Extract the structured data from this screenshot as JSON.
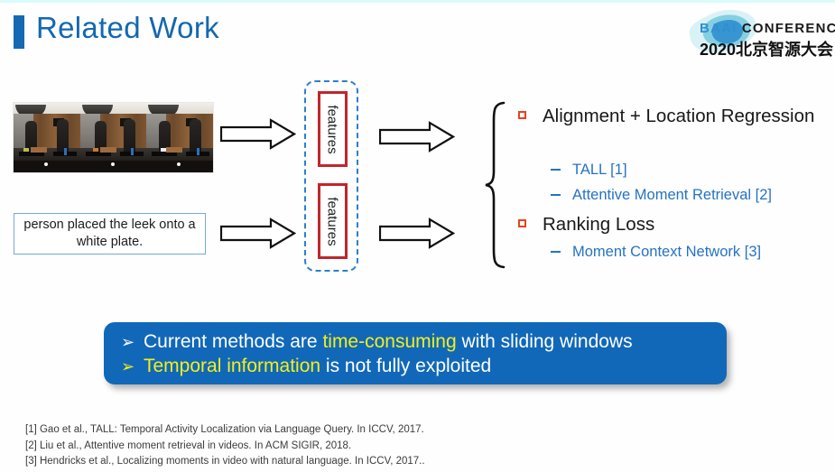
{
  "slide": {
    "title": "Related Work",
    "accent_color": "#1368b0"
  },
  "logo": {
    "name": "baai-conference-logo",
    "text_top": "CONFERENCE",
    "brand": "BAAI",
    "text_bottom": "2020北京智源大会"
  },
  "pipeline": {
    "video_alt": "video-frames-kitchen-person-cutting-board",
    "query_text": "person placed the leek onto a white plate.",
    "feature_label_1": "features",
    "feature_label_2": "features",
    "arrow_video_name": "arrow-video-to-features",
    "arrow_text_name": "arrow-text-to-features",
    "arrow_feat1_name": "arrow-features-to-methods-1",
    "arrow_feat2_name": "arrow-features-to-methods-2"
  },
  "methods": {
    "items": [
      {
        "label": "Alignment  +  Location Regression",
        "bullet_color": "#e8431f",
        "subs": [
          {
            "label": "TALL [1]"
          },
          {
            "label": "Attentive Moment Retrieval [2]"
          }
        ]
      },
      {
        "label": "Ranking Loss",
        "bullet_color": "#e8431f",
        "subs": [
          {
            "label": "Moment Context Network [3]"
          }
        ]
      }
    ]
  },
  "callout": {
    "background": "#1168b8",
    "highlight_color": "#f2ef1c",
    "lines": [
      {
        "bullet": "➢",
        "bullet_style": "white",
        "pre": "Current methods are ",
        "highlight": "time-consuming",
        "post": " with sliding windows"
      },
      {
        "bullet": "➢",
        "bullet_style": "yellow",
        "pre": "",
        "highlight": "Temporal information",
        "post": " is not fully exploited"
      }
    ]
  },
  "references": [
    "[1] Gao et al., TALL: Temporal Activity Localization via Language Query. In ICCV, 2017.",
    "[2] Liu et al., Attentive moment retrieval in videos. In ACM SIGIR, 2018.",
    "[3] Hendricks et al., Localizing moments in video with natural language. In ICCV, 2017.."
  ]
}
